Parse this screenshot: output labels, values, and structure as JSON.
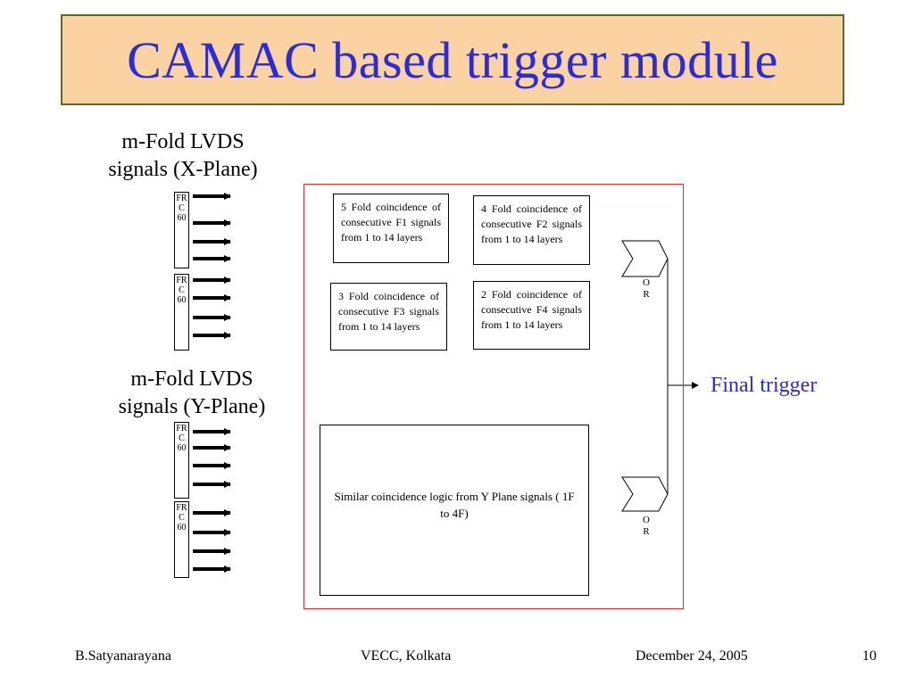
{
  "title": "CAMAC based trigger module",
  "x_plane_label": [
    "m-Fold LVDS",
    "signals (X-Plane)"
  ],
  "y_plane_label": [
    "m-Fold LVDS",
    "signals (Y-Plane)"
  ],
  "frc_label": [
    "FR",
    "C",
    "60"
  ],
  "coincidence": {
    "box1": "5 Fold coincidence of consecutive F1 signals from 1 to 14 layers",
    "box2": "4 Fold coincidence of consecutive F2 signals from 1 to 14 layers",
    "box3": "3 Fold coincidence of consecutive F3 signals from 1 to 14 layers",
    "box4": "2 Fold coincidence of consecutive F4 signals from 1 to 14 layers"
  },
  "y_logic": "Similar coincidence logic from Y Plane signals ( 1F to 4F)",
  "or_gate": [
    "O",
    "R"
  ],
  "final_trigger": "Final trigger",
  "footer": {
    "author": "B.Satyanarayana",
    "place": "VECC, Kolkata",
    "date": "December 24, 2005",
    "page": "10"
  },
  "colors": {
    "title_bg": "#fbd3a2",
    "title_text": "#2a2adf",
    "main_box_border": "#e0302a",
    "final_trigger_text": "#2a2adf"
  }
}
